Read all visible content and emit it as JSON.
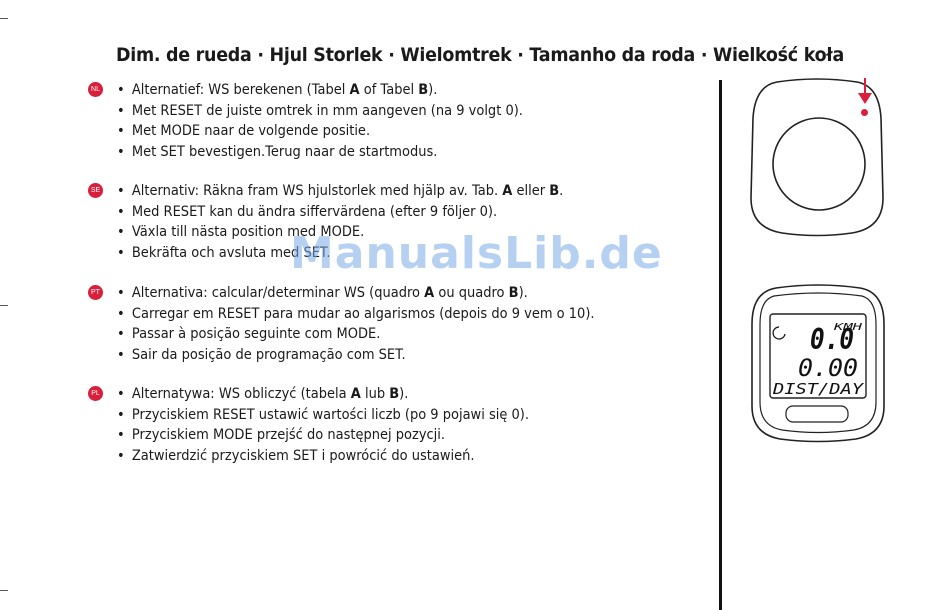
{
  "title": "Dim. de rueda · Hjul Storlek · Wielomtrek · Tamanho da roda · Wielkość koła",
  "watermark": "ManualsLib.de",
  "colors": {
    "badge": "#d81f3c",
    "text": "#1a1a1a"
  },
  "sections": [
    {
      "lang": "NL",
      "items": [
        [
          "Alternatief: WS berekenen (Tabel ",
          {
            "b": "A"
          },
          " of Tabel ",
          {
            "b": "B"
          },
          ")."
        ],
        [
          "Met RESET de juiste omtrek in mm aangeven (na 9 volgt 0)."
        ],
        [
          "Met MODE naar de volgende positie."
        ],
        [
          "Met SET bevestigen.Terug naar de startmodus."
        ]
      ]
    },
    {
      "lang": "SE",
      "items": [
        [
          "Alternativ: Räkna fram WS hjulstorlek med hjälp av. Tab. ",
          {
            "b": "A"
          },
          " eller ",
          {
            "b": "B"
          },
          "."
        ],
        [
          "Med RESET kan du ändra siffervärdena (efter 9 följer 0)."
        ],
        [
          "Växla till nästa position med MODE."
        ],
        [
          "Bekräfta och avsluta med SET."
        ]
      ]
    },
    {
      "lang": "PT",
      "items": [
        [
          "Alternativa: calcular/determinar WS (quadro ",
          {
            "b": "A"
          },
          " ou quadro ",
          {
            "b": "B"
          },
          ")."
        ],
        [
          "Carregar em RESET para mudar ao algarismos (depois do 9 vem o 10)."
        ],
        [
          "Passar à posição seguinte com MODE."
        ],
        [
          "Sair da posição de programação com SET."
        ]
      ]
    },
    {
      "lang": "PL",
      "items": [
        [
          "Alternatywa: WS obliczyć (tabela ",
          {
            "b": "A"
          },
          " lub ",
          {
            "b": "B"
          },
          ")."
        ],
        [
          "Przyciskiem RESET ustawić wartości liczb (po 9 pojawi się 0)."
        ],
        [
          "Przyciskiem MODE przejść do następnej pozycji."
        ],
        [
          "Zatwierdzić przyciskiem SET i powrócić do ustawień."
        ]
      ]
    }
  ],
  "display": {
    "unit": "KMH",
    "speed": "0.0",
    "distance": "0.00",
    "mode_label": "DIST/DAY"
  }
}
